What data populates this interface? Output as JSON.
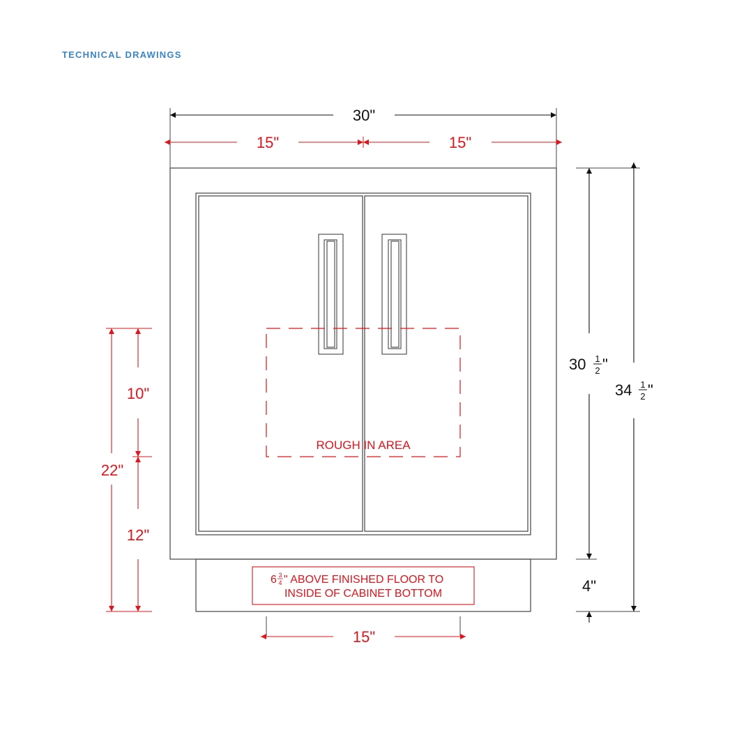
{
  "header": {
    "title": "TECHNICAL DRAWINGS"
  },
  "colors": {
    "header": "#3a86c8",
    "red": "#e0141b",
    "black": "#111111"
  },
  "dimensions": {
    "overall_width": "30\"",
    "left_half": "15\"",
    "right_half": "15\"",
    "cabinet_height": {
      "whole": "30",
      "num": "1",
      "den": "2",
      "unit": "\""
    },
    "total_height": {
      "whole": "34",
      "num": "1",
      "den": "2",
      "unit": "\""
    },
    "toe_kick": "4\"",
    "rough_in_height": "22\"",
    "rough_in_upper": "10\"",
    "rough_in_lower": "12\"",
    "rough_in_width": "15\""
  },
  "labels": {
    "rough_in_area": "ROUGH IN AREA",
    "floor_note": {
      "whole": "6",
      "num": "3",
      "den": "4",
      "line1_rest": "\" ABOVE FINISHED FLOOR TO",
      "line2": "INSIDE OF CABINET BOTTOM"
    }
  }
}
